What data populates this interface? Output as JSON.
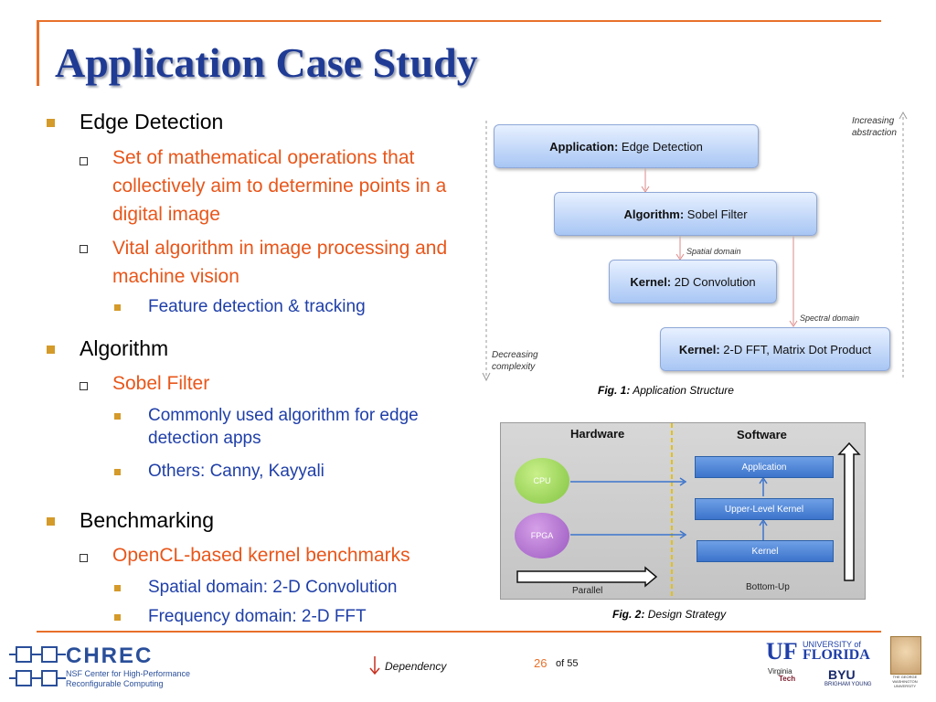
{
  "slide": {
    "title": "Application Case Study",
    "bullets": {
      "edge": "Edge Detection",
      "edge_sub1": "Set of mathematical operations that collectively aim to determine points in a digital image",
      "edge_sub2": "Vital algorithm in image processing and machine vision",
      "edge_sub2_sub": "Feature detection & tracking",
      "algo": "Algorithm",
      "algo_sub1": "Sobel Filter",
      "algo_sub1_a": "Commonly used algorithm for edge detection apps",
      "algo_sub1_b": "Others: Canny, Kayyali",
      "bench": "Benchmarking",
      "bench_sub1": "OpenCL-based kernel benchmarks",
      "bench_sub1_a": "Spatial domain: 2-D Convolution",
      "bench_sub1_b": "Frequency domain: 2-D FFT"
    }
  },
  "fig1": {
    "app_bold": "Application:",
    "app_text": "Edge Detection",
    "alg_bold": "Algorithm:",
    "alg_text": "Sobel Filter",
    "k1_bold": "Kernel:",
    "k1_text": "2D Convolution",
    "k2_bold": "Kernel:",
    "k2_text": "2-D FFT, Matrix Dot Product",
    "spatial": "Spatial domain",
    "spectral": "Spectral domain",
    "increasing": "Increasing abstraction",
    "decreasing": "Decreasing complexity",
    "caption_bold": "Fig. 1:",
    "caption_text": "Application Structure"
  },
  "fig2": {
    "hardware": "Hardware",
    "software": "Software",
    "cpu": "CPU",
    "fpga": "FPGA",
    "application": "Application",
    "upper": "Upper-Level Kernel",
    "kernel": "Kernel",
    "parallel": "Parallel",
    "bottomup": "Bottom-Up",
    "caption_bold": "Fig. 2:",
    "caption_text": "Design Strategy"
  },
  "footer": {
    "chrec": "CHREC",
    "chrec_sub1": "NSF Center for High-Performance",
    "chrec_sub2": "Reconfigurable Computing",
    "dependency": "Dependency",
    "page": "26",
    "of": "of 55",
    "uf_uni": "UNIVERSITY of",
    "uf_florida": "FLORIDA",
    "uf": "UF",
    "vt1": "Virginia",
    "vt2": "Tech",
    "byu": "BYU",
    "byu_sub": "BRIGHAM YOUNG",
    "gw": "THE GEORGE WASHINGTON UNIVERSITY"
  }
}
